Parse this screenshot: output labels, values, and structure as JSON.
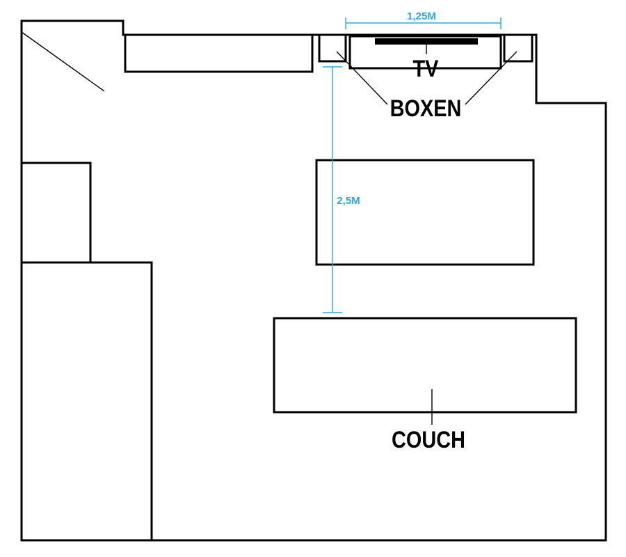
{
  "labels": {
    "tv": "TV",
    "speakers": "BOXEN",
    "couch": "COUCH"
  },
  "dimensions": {
    "tv_width": "1,25M",
    "tv_to_couch": "2,5M"
  },
  "colors": {
    "lines": "#000000",
    "dimension": "#29a8e0",
    "background": "#ffffff"
  }
}
